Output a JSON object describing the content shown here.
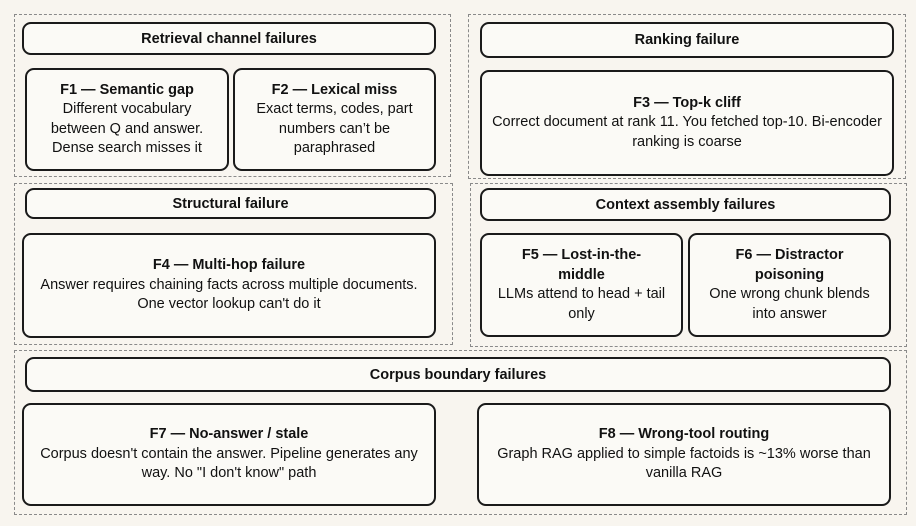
{
  "groups": {
    "retrieval": {
      "header": "Retrieval channel failures",
      "cards": [
        {
          "title": "F1 — Semantic gap",
          "desc": "Different vocabulary between Q and answer. Dense search misses it"
        },
        {
          "title": "F2 — Lexical miss",
          "desc": "Exact terms, codes, part numbers can’t be paraphrased"
        }
      ]
    },
    "ranking": {
      "header": "Ranking failure",
      "cards": [
        {
          "title": "F3 — Top-k cliff",
          "desc": "Correct document at rank 11. You fetched top-10. Bi-encoder ranking is coarse"
        }
      ]
    },
    "structural": {
      "header": "Structural failure",
      "cards": [
        {
          "title": "F4 — Multi-hop failure",
          "desc": "Answer requires chaining facts across multiple documents. One vector lookup can't do it"
        }
      ]
    },
    "context": {
      "header": "Context assembly failures",
      "cards": [
        {
          "title": "F5 — Lost-in-the-middle",
          "desc": "LLMs attend to head + tail only"
        },
        {
          "title": "F6 — Distractor poisoning",
          "desc": "One wrong chunk blends into answer"
        }
      ]
    },
    "corpus": {
      "header": "Corpus boundary failures",
      "cards": [
        {
          "title": "F7 — No-answer / stale",
          "desc": "Corpus doesn't contain the answer. Pipeline generates any way. No \"I don't know\" path"
        },
        {
          "title": "F8 — Wrong-tool routing",
          "desc": "Graph RAG applied to simple factoids is ~13% worse than vanilla RAG"
        }
      ]
    }
  }
}
